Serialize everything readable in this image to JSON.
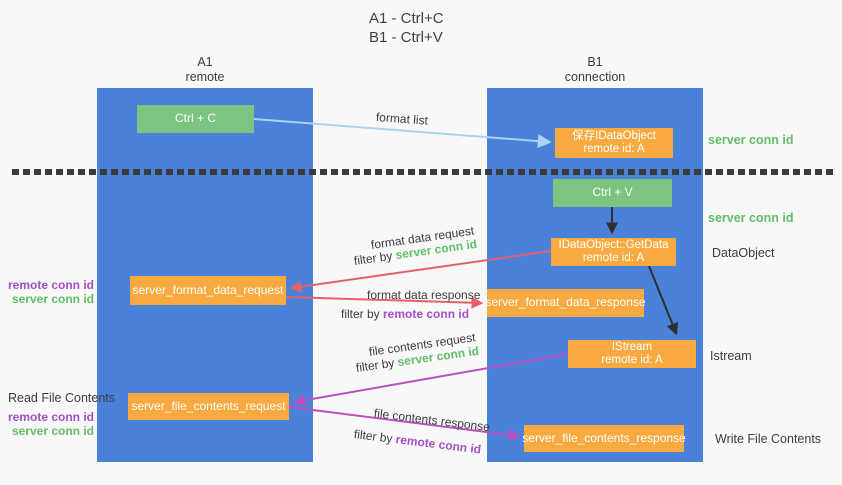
{
  "title": {
    "line1": "A1 - Ctrl+C",
    "line2": "B1 - Ctrl+V"
  },
  "columns": {
    "left": {
      "id": "A1",
      "role": "remote"
    },
    "right": {
      "id": "B1",
      "role": "connection"
    }
  },
  "nodes": {
    "ctrl_c": "Ctrl + C",
    "ctrl_v": "Ctrl + V",
    "save_dataobject": {
      "line1": "保存IDataObject",
      "line2": "remote id: A"
    },
    "getdata": {
      "line1": "IDataObject::GetData",
      "line2": "remote id: A"
    },
    "istream": {
      "line1": "IStream",
      "line2": "remote id: A"
    },
    "server_format_data_request": "server_format_data_request",
    "server_format_data_response": "server_format_data_response",
    "server_file_contents_request": "server_file_contents_request",
    "server_file_contents_response": "server_file_contents_response"
  },
  "arrow_labels": {
    "format_list": "format list",
    "format_data_request": "format data request",
    "format_data_response": "format data response",
    "file_contents_request": "file contents request",
    "file_contents_response": "file contents response",
    "filter_by": "filter by ",
    "server_conn_id": "server conn id",
    "remote_conn_id": "remote conn id"
  },
  "annotations": {
    "server_conn_id_top": "server conn id",
    "server_conn_id_mid": "server conn id",
    "dataobject": "DataObject",
    "istream": "Istream",
    "read_file_contents": "Read File Contents",
    "write_file_contents": "Write File Contents",
    "remote_conn_id": "remote conn id",
    "server_conn_id": "server conn id"
  },
  "colors": {
    "lifeline_blue": "#4b82d9",
    "action_green": "#7cc47f",
    "message_orange": "#f8aa40",
    "request_arrow_red": "#e5606b",
    "response_arrow_magenta": "#bb4fc0",
    "format_list_arrow_blue": "#a9d4f1",
    "black_arrow": "#2f2f2f",
    "server_conn_id_green": "#62bd68",
    "remote_conn_id_purple": "#a44fc6"
  }
}
